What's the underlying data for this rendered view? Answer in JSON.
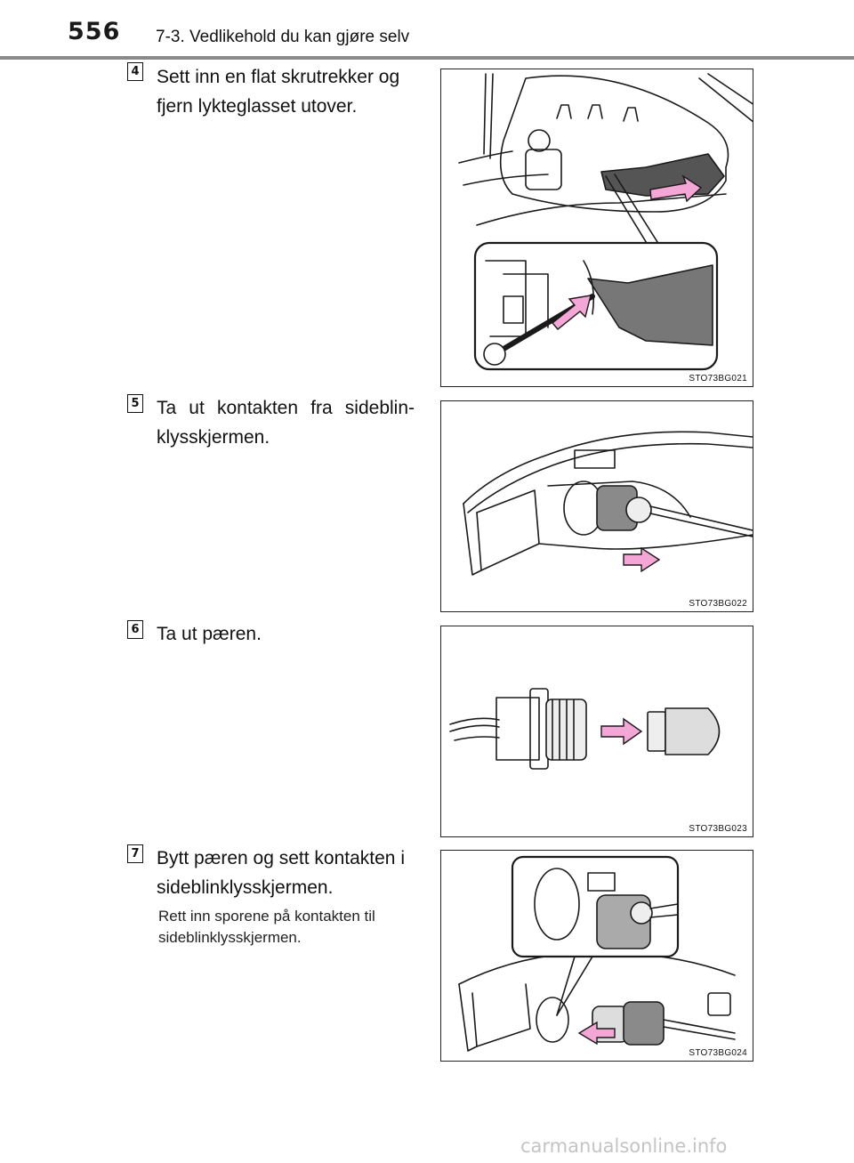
{
  "header": {
    "page_number": "556",
    "section_title": "7-3. Vedlikehold du kan gjøre selv"
  },
  "steps": [
    {
      "number": "4",
      "text": "Sett inn en flat skrutrekker og fjern lykteglasset utover.",
      "figure_code": "STO73BG021"
    },
    {
      "number": "5",
      "text": "Ta ut kontakten fra sideblin-klysskjermen.",
      "figure_code": "STO73BG022"
    },
    {
      "number": "6",
      "text": "Ta ut pæren.",
      "figure_code": "STO73BG023"
    },
    {
      "number": "7",
      "text": "Bytt pæren og sett kontakten i sideblinklysskjermen.",
      "note": "Rett inn sporene på kontakten til sideblinklysskjermen.",
      "figure_code": "STO73BG024"
    }
  ],
  "footer": {
    "watermark": "carmanualsonline.info"
  },
  "colors": {
    "arrow_fill": "#f4a6d7",
    "line": "#1a1a1a",
    "header_rule": "#8a8a8a"
  }
}
